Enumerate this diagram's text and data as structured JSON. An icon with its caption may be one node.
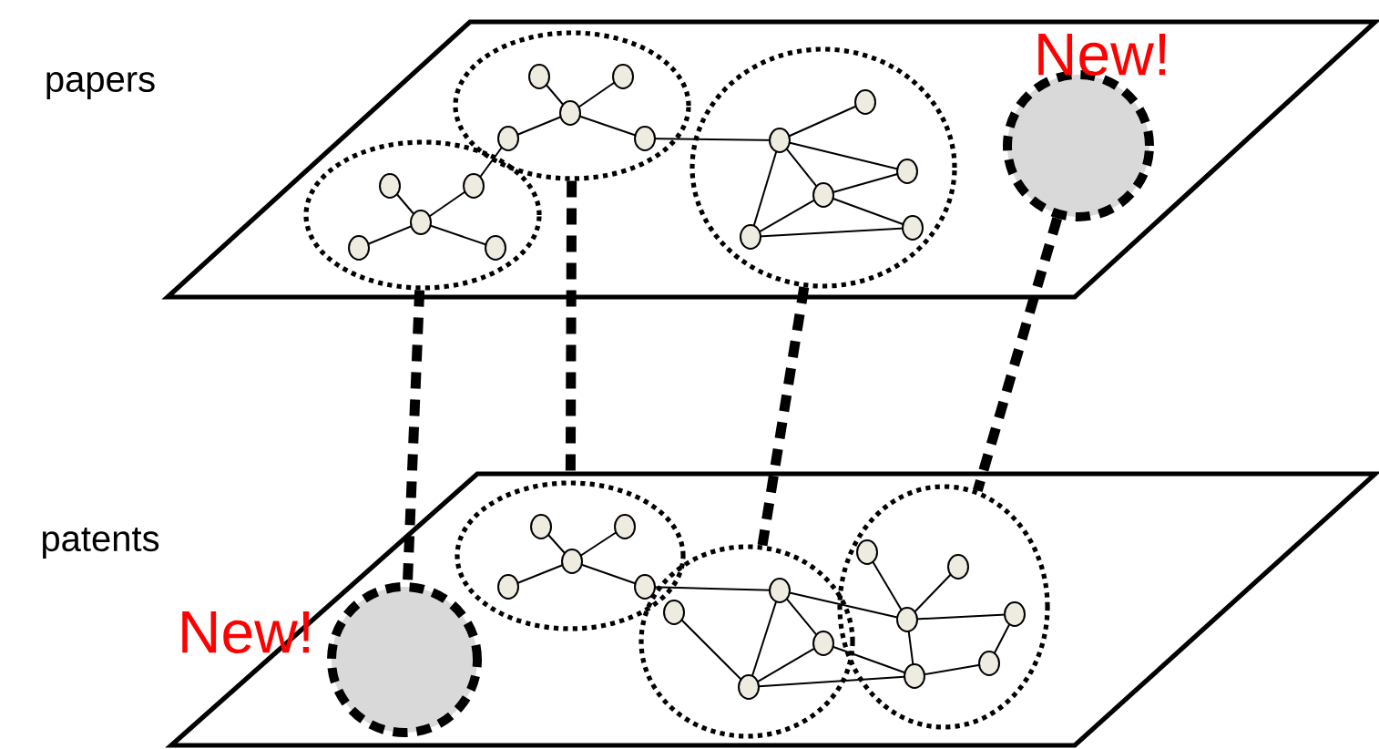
{
  "diagram": {
    "nodes": [
      {
        "text": [
          "papers"
        ]
      },
      {
        "text": [],
        "shape": "ellipse",
        "in": 0
      },
      {
        "text": [],
        "shape": "ellipse",
        "in": 0
      },
      {
        "text": [],
        "shape": "ellipse",
        "in": 0
      },
      {
        "text": [
          "New!"
        ],
        "in": 0
      },
      {
        "text": [
          "patents"
        ]
      },
      {
        "text": [
          "New!"
        ],
        "in": 5
      },
      {
        "text": [],
        "shape": "ellipse",
        "in": 5
      },
      {
        "text": [],
        "shape": "ellipse",
        "in": 5
      },
      {
        "text": [],
        "shape": "ellipse",
        "in": 5
      }
    ],
    "edges": [
      {
        "from": 1,
        "to": 6,
        "arrow": "none",
        "style": "dashed"
      },
      {
        "from": 2,
        "to": 7,
        "arrow": "none",
        "style": "dashed"
      },
      {
        "from": 3,
        "to": 8,
        "arrow": "none",
        "style": "dashed"
      },
      {
        "from": 4,
        "to": 9,
        "arrow": "none",
        "style": "dashed"
      }
    ]
  }
}
